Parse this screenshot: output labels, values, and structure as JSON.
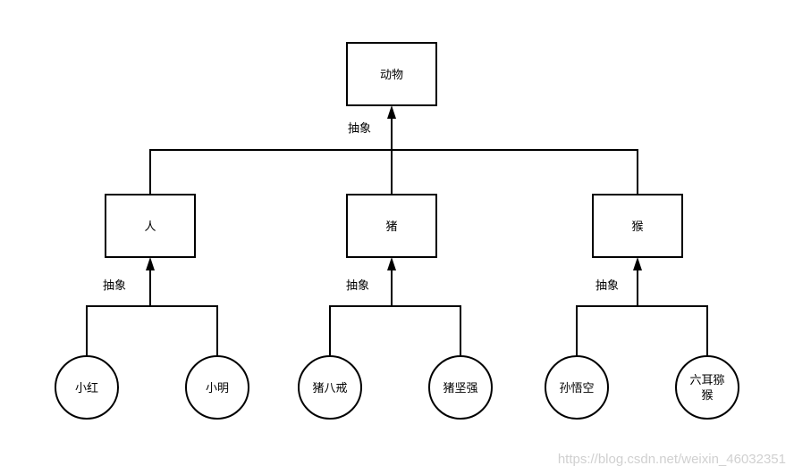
{
  "root": {
    "label": "动物"
  },
  "edge_label_root": "抽象",
  "groups": [
    {
      "label": "人",
      "edge_label": "抽象",
      "children": [
        "小红",
        "小明"
      ]
    },
    {
      "label": "猪",
      "edge_label": "抽象",
      "children": [
        "猪八戒",
        "猪坚强"
      ]
    },
    {
      "label": "猴",
      "edge_label": "抽象",
      "children": [
        "孙悟空",
        "六耳猕",
        "猴"
      ]
    }
  ],
  "watermark": "https://blog.csdn.net/weixin_46032351",
  "colors": {
    "stroke": "#000000",
    "background": "#ffffff",
    "watermark": "#d0d0d0"
  }
}
